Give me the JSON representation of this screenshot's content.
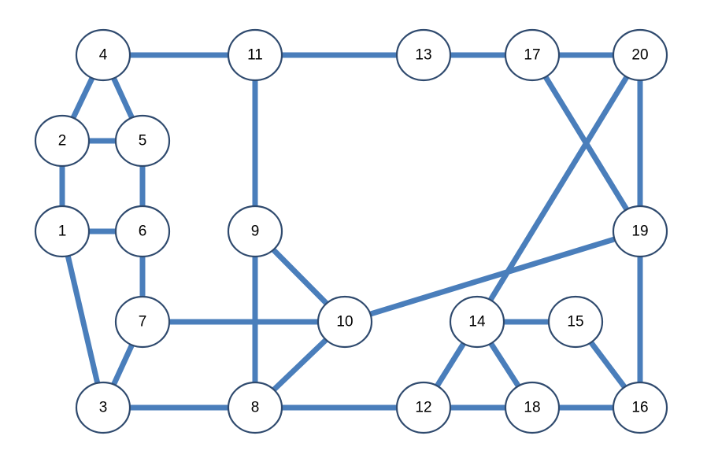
{
  "diagram": {
    "nodes": [
      {
        "id": "1",
        "label": "1"
      },
      {
        "id": "2",
        "label": "2"
      },
      {
        "id": "3",
        "label": "3"
      },
      {
        "id": "4",
        "label": "4"
      },
      {
        "id": "5",
        "label": "5"
      },
      {
        "id": "6",
        "label": "6"
      },
      {
        "id": "7",
        "label": "7"
      },
      {
        "id": "8",
        "label": "8"
      },
      {
        "id": "9",
        "label": "9"
      },
      {
        "id": "10",
        "label": "10"
      },
      {
        "id": "11",
        "label": "11"
      },
      {
        "id": "12",
        "label": "12"
      },
      {
        "id": "13",
        "label": "13"
      },
      {
        "id": "14",
        "label": "14"
      },
      {
        "id": "15",
        "label": "15"
      },
      {
        "id": "16",
        "label": "16"
      },
      {
        "id": "17",
        "label": "17"
      },
      {
        "id": "18",
        "label": "18"
      },
      {
        "id": "19",
        "label": "19"
      },
      {
        "id": "20",
        "label": "20"
      }
    ],
    "edges": [
      [
        "4",
        "11"
      ],
      [
        "11",
        "13"
      ],
      [
        "13",
        "17"
      ],
      [
        "17",
        "20"
      ],
      [
        "4",
        "2"
      ],
      [
        "4",
        "5"
      ],
      [
        "2",
        "5"
      ],
      [
        "2",
        "1"
      ],
      [
        "5",
        "6"
      ],
      [
        "1",
        "6"
      ],
      [
        "6",
        "7"
      ],
      [
        "1",
        "3"
      ],
      [
        "7",
        "3"
      ],
      [
        "7",
        "10"
      ],
      [
        "3",
        "8"
      ],
      [
        "11",
        "9"
      ],
      [
        "9",
        "8"
      ],
      [
        "9",
        "10"
      ],
      [
        "10",
        "8"
      ],
      [
        "10",
        "19"
      ],
      [
        "8",
        "12"
      ],
      [
        "12",
        "18"
      ],
      [
        "18",
        "16"
      ],
      [
        "14",
        "12"
      ],
      [
        "14",
        "18"
      ],
      [
        "14",
        "15"
      ],
      [
        "15",
        "16"
      ],
      [
        "14",
        "20"
      ],
      [
        "17",
        "19"
      ],
      [
        "20",
        "19"
      ],
      [
        "19",
        "16"
      ]
    ],
    "colors": {
      "edge": "#4a7ebb",
      "node_border": "#2f4a6e",
      "node_fill": "#ffffff"
    }
  }
}
